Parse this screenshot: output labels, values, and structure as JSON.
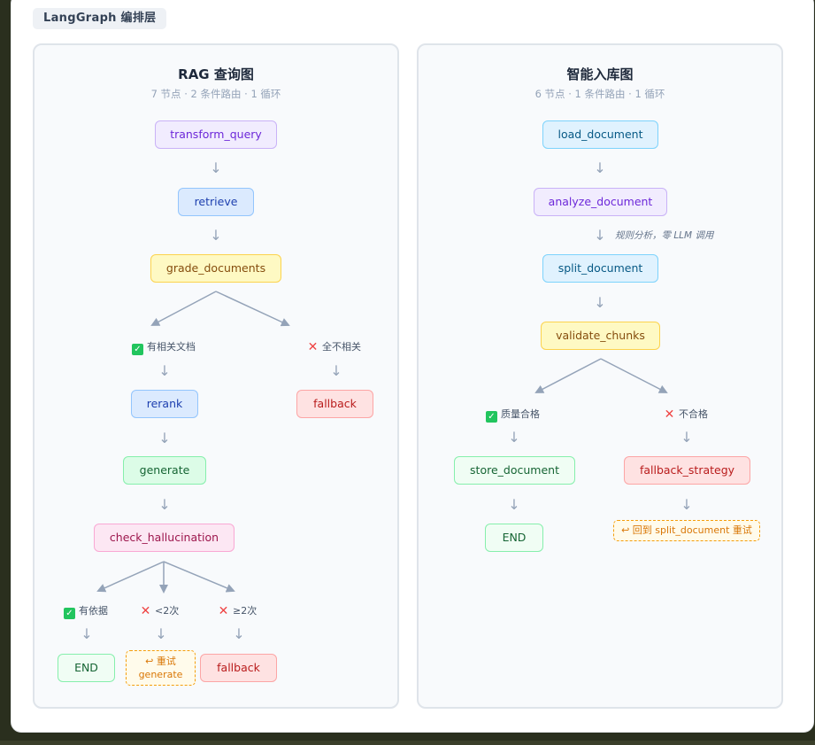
{
  "header": {
    "tag": "LangGraph 编排层"
  },
  "rag": {
    "title": "RAG 查询图",
    "subtitle": "7 节点 · 2 条件路由 · 1 循环",
    "nodes": {
      "transform_query": "transform_query",
      "retrieve": "retrieve",
      "grade_documents": "grade_documents",
      "rerank": "rerank",
      "fallback_top": "fallback",
      "generate": "generate",
      "check_hallucination": "check_hallucination",
      "end": "END",
      "fallback_bottom": "fallback"
    },
    "branches": {
      "has_docs": "有相关文档",
      "none_relevant": "全不相关",
      "grounded": "有依据",
      "lt2": "<2次",
      "ge2": "≥2次"
    },
    "retry": {
      "line1": "↩ 重试",
      "line2": "generate"
    }
  },
  "ingest": {
    "title": "智能入库图",
    "subtitle": "6 节点 · 1 条件路由 · 1 循环",
    "nodes": {
      "load_document": "load_document",
      "analyze_document": "analyze_document",
      "split_document": "split_document",
      "validate_chunks": "validate_chunks",
      "store_document": "store_document",
      "fallback_strategy": "fallback_strategy",
      "end": "END"
    },
    "edge_note": "规则分析，零 LLM 调用",
    "branches": {
      "quality_ok": "质量合格",
      "not_ok": "不合格"
    },
    "retry": "↩ 回到 split_document 重试"
  },
  "colors": {
    "purple": "#6d28d9",
    "blue": "#1e40af",
    "yellow": "#854d0e",
    "green": "#166534",
    "pink": "#9d174d",
    "red": "#b91c1c",
    "cyan": "#075985",
    "edge": "#94a3b8"
  },
  "icons": {
    "check": "check-icon",
    "cross": "cross-icon",
    "arrow": "arrow-down-icon",
    "retry": "return-arrow-icon"
  }
}
